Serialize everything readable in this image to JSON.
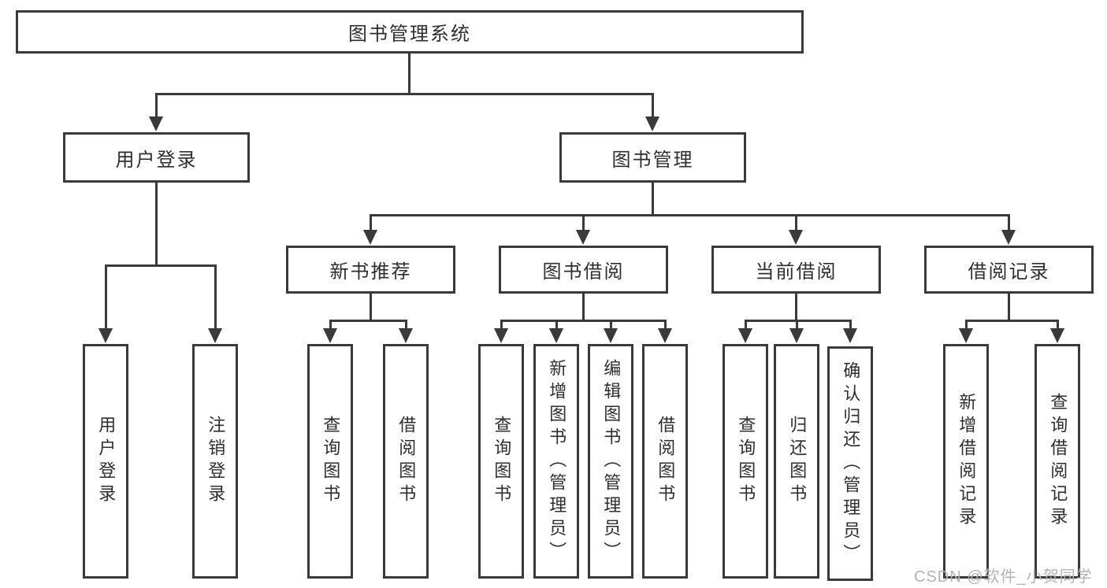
{
  "diagram": {
    "root": {
      "label": "图书管理系统"
    },
    "level2": [
      {
        "label": "用户登录",
        "children": [
          {
            "label": "用户登录"
          },
          {
            "label": "注销登录"
          }
        ]
      },
      {
        "label": "图书管理",
        "children": [
          {
            "label": "新书推荐",
            "children": [
              {
                "label": "查询图书"
              },
              {
                "label": "借阅图书"
              }
            ]
          },
          {
            "label": "图书借阅",
            "children": [
              {
                "label": "查询图书"
              },
              {
                "label": "新增图书（管理员）"
              },
              {
                "label": "编辑图书（管理员）"
              },
              {
                "label": "借阅图书"
              }
            ]
          },
          {
            "label": "当前借阅",
            "children": [
              {
                "label": "查询图书"
              },
              {
                "label": "归还图书"
              },
              {
                "label": "确认归还（管理员）"
              }
            ]
          },
          {
            "label": "借阅记录",
            "children": [
              {
                "label": "新增借阅记录"
              },
              {
                "label": "查询借阅记录"
              }
            ]
          }
        ]
      }
    ]
  },
  "watermark": {
    "text": "CSDN @软件_小贺同学"
  },
  "colors": {
    "line": "#3a3a3a",
    "text": "#2e2e2e",
    "watermark": "#b3b3b3",
    "background": "#ffffff"
  }
}
